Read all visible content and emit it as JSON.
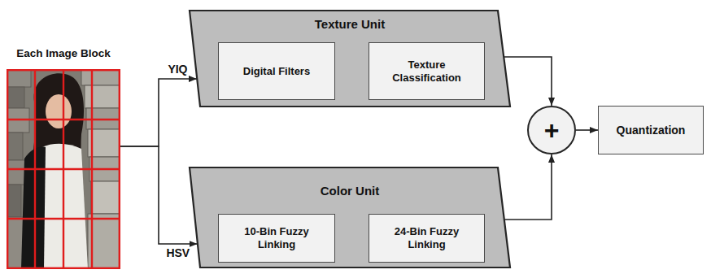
{
  "diagram": {
    "nodes": [
      {
        "text": [
          "Each Image Block"
        ]
      },
      {
        "text": [
          "Texture Unit"
        ]
      },
      {
        "text": [
          "Digital Filters"
        ],
        "in": 1
      },
      {
        "text": [
          "Texture Classification"
        ],
        "in": 1
      },
      {
        "text": [
          "Color Unit"
        ]
      },
      {
        "text": [
          "10-Bin Fuzzy Linking"
        ],
        "in": 4
      },
      {
        "text": [
          "24-Bin Fuzzy Linking"
        ],
        "in": 4
      },
      {
        "text": [
          "+"
        ]
      },
      {
        "text": [
          "Quantization"
        ]
      }
    ],
    "edges": [
      {
        "from": 0,
        "to": 1,
        "label": "YIQ",
        "arrow": "to"
      },
      {
        "from": 0,
        "to": 4,
        "label": "HSV",
        "arrow": "to"
      },
      {
        "from": 2,
        "to": 3,
        "arrow": "to"
      },
      {
        "from": 5,
        "to": 6,
        "arrow": "to"
      },
      {
        "from": 1,
        "to": 7,
        "arrow": "to"
      },
      {
        "from": 4,
        "to": 7,
        "arrow": "to"
      },
      {
        "from": 7,
        "to": 8,
        "arrow": "to"
      }
    ]
  }
}
